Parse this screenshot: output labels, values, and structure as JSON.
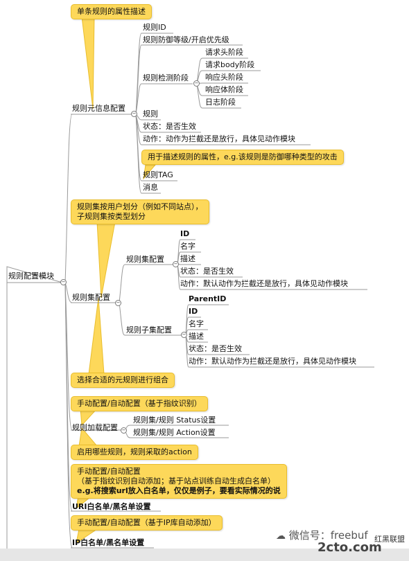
{
  "root": {
    "label": "规则配置模块"
  },
  "meta_info": {
    "callout": "单条规则的属性描述",
    "label": "规则元信息配置",
    "items": {
      "rule_id": "规则ID",
      "defense_level": "规则防御等级/开启优先级",
      "detect_stage": "规则检测阶段",
      "stages": [
        "请求头阶段",
        "请求body阶段",
        "响应头阶段",
        "响应体阶段",
        "日志阶段"
      ],
      "rule": "规则",
      "status": "状态：是否生效",
      "action": "动作：动作为拦截还是放行，具体见动作模块",
      "tag_callout": "用于描述规则的属性，e.g.该规则是防御哪种类型的攻击",
      "tag": "规则TAG",
      "message": "消息"
    }
  },
  "rule_set": {
    "callout_line1": "规则集按用户划分（例如不同站点），",
    "callout_line2": "子规则集按类型划分",
    "label": "规则集配置",
    "set_config": {
      "label": "规则集配置",
      "items": [
        "ID",
        "名字",
        "描述",
        "状态：是否生效",
        "动作：默认动作为拦截还是放行，具体见动作模块"
      ]
    },
    "sub_config": {
      "label": "规则子集配置",
      "items": [
        "ParentID",
        "ID",
        "名字",
        "描述",
        "状态：是否生效",
        "动作：默认动作为拦截还是放行，具体见动作模块"
      ]
    },
    "callout_bottom": "选择合适的元规则进行组合"
  },
  "load_config": {
    "callout_top": "手动配置/自动配置（基于指纹识别）",
    "label": "规则加载配置",
    "items": [
      "规则集/规则 Status设置",
      "规则集/规则 Action设置"
    ],
    "callout_bottom": "启用哪些规则，规则采取的action"
  },
  "uri_list": {
    "callout_line1": "手动配置/自动配置",
    "callout_line2": "（基于指纹识别自动添加；基于站点训练自动生成白名单）",
    "callout_line3": "e.g.将搜索url放入白名单，仅仅是例子，要看实际情况的说",
    "label": "URI白名单/黑名单设置"
  },
  "ip_list": {
    "callout": "手动配置/自动配置（基于IP库自动添加）",
    "label": "IP白名单/黑名单设置"
  },
  "watermark": {
    "text1": "微信号：freebuf",
    "text2": "2cto.com",
    "text3": "红黑联盟"
  }
}
